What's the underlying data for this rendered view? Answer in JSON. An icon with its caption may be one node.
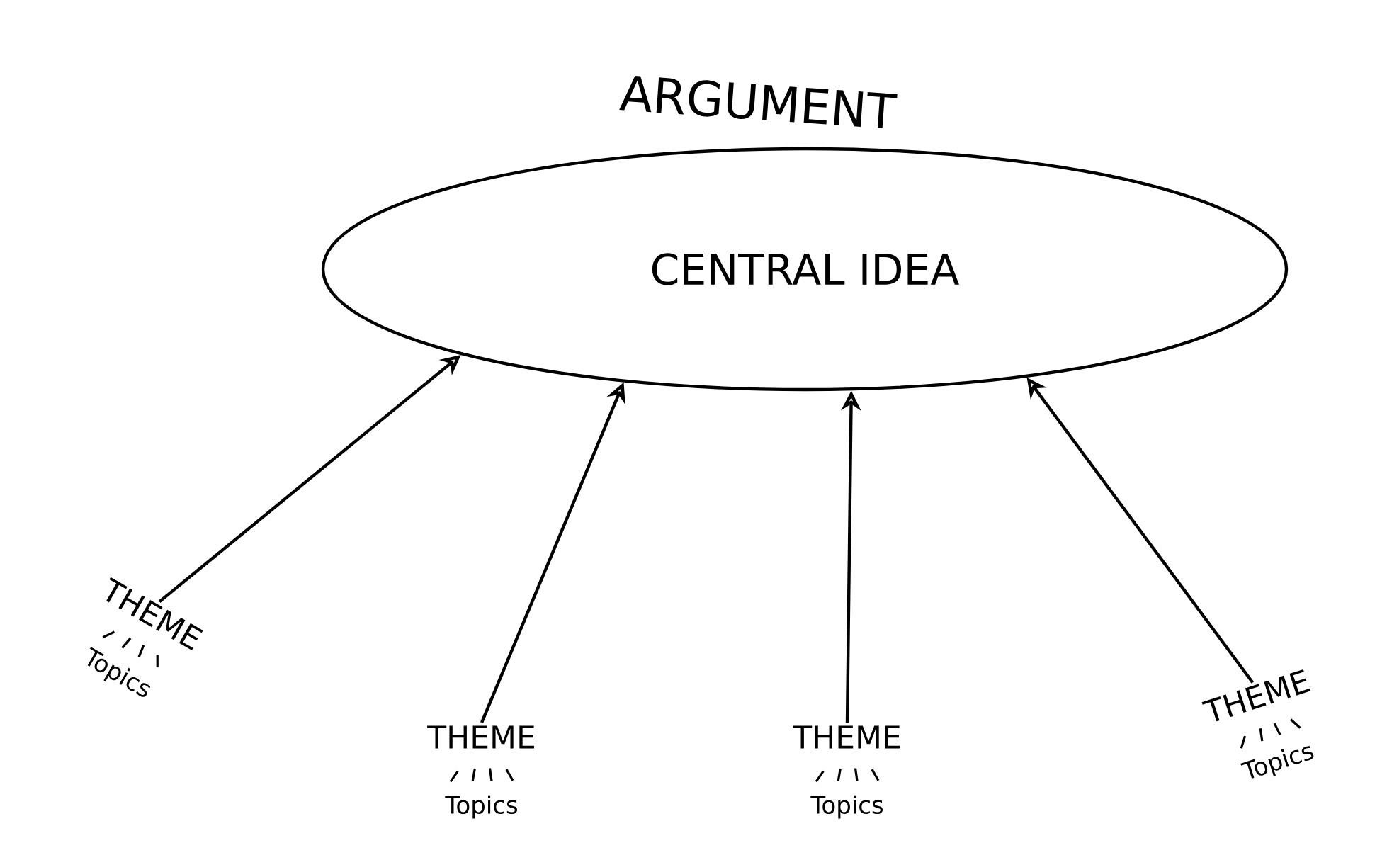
{
  "diagram": {
    "nodes": [
      {
        "text": [
          "ARGUMENT",
          "CENTRAL IDEA"
        ]
      },
      {
        "text": [
          "THEME",
          "Topics"
        ]
      },
      {
        "text": [
          "THEME",
          "Topics"
        ]
      },
      {
        "text": [
          "THEME",
          "Topics"
        ]
      },
      {
        "text": [
          "THEME",
          "Topics"
        ]
      }
    ],
    "edges": [
      {
        "from": 1,
        "to": 0,
        "arrow": "to"
      },
      {
        "from": 2,
        "to": 0,
        "arrow": "to"
      },
      {
        "from": 3,
        "to": 0,
        "arrow": "to"
      },
      {
        "from": 4,
        "to": 0,
        "arrow": "to"
      }
    ]
  }
}
